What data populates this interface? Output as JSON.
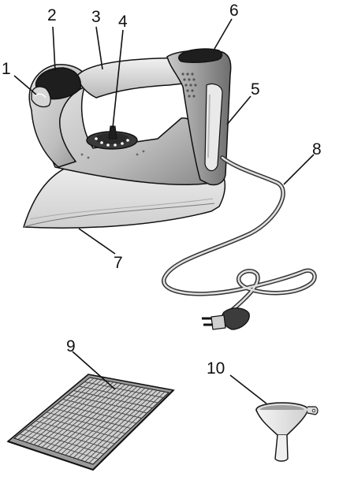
{
  "callouts": [
    {
      "id": "1",
      "text": "1"
    },
    {
      "id": "2",
      "text": "2"
    },
    {
      "id": "3",
      "text": "3"
    },
    {
      "id": "4",
      "text": "4"
    },
    {
      "id": "5",
      "text": "5"
    },
    {
      "id": "6",
      "text": "6"
    },
    {
      "id": "7",
      "text": "7"
    },
    {
      "id": "8",
      "text": "8"
    },
    {
      "id": "9",
      "text": "9"
    },
    {
      "id": "10",
      "text": "10"
    }
  ],
  "colors": {
    "line": "#111111",
    "body_light": "#d9d9d9",
    "body_mid": "#b3b3b3",
    "body_dark": "#7a7a7a",
    "button_dark": "#1e1e1e",
    "soleplate": "#e6e6e6",
    "background": "#ffffff"
  }
}
